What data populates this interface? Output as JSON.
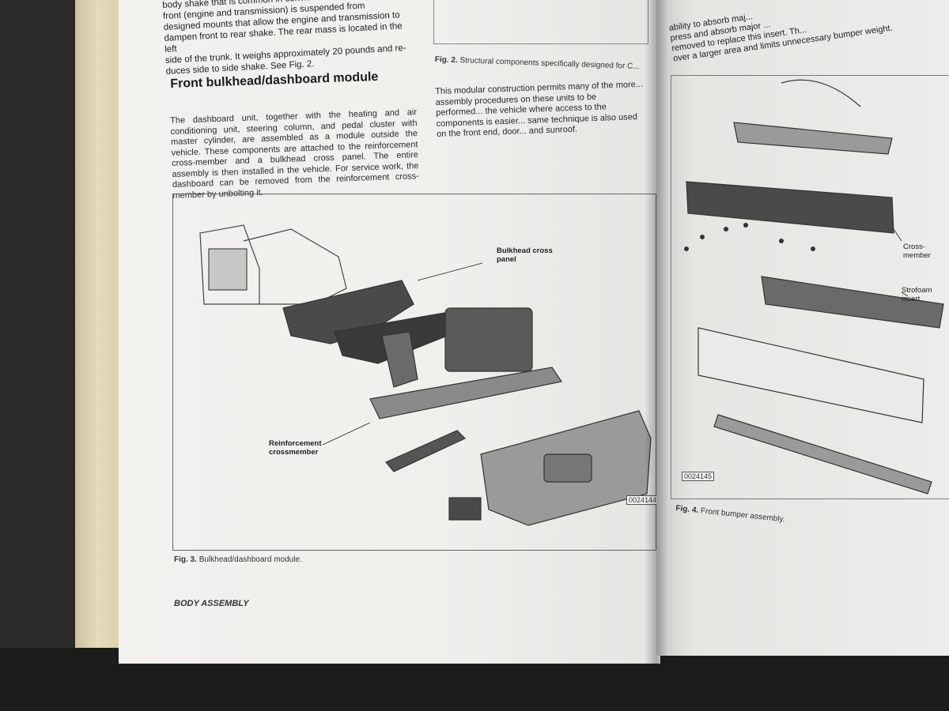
{
  "left_page": {
    "intro_lines": [
      "body shake that is common in conv...",
      "front (engine and transmission) is suspended from",
      "designed mounts that allow the engine and transmission to",
      "dampen front to rear shake. The rear mass is located in the left",
      "side of the trunk. It weighs approximately 20 pounds and re-",
      "duces side to side shake. See Fig. 2."
    ],
    "heading": "Front bulkhead/dashboard module",
    "paragraph": "The dashboard unit, together with the heating and air conditioning unit, steering column, and pedal cluster with master cylinder, are assembled as a module outside the vehicle. These components are attached to the reinforcement cross-member and a bulkhead cross panel. The entire assembly is then installed in the vehicle. For service work, the dashboard can be removed from the reinforcement cross-member by unbolting it.",
    "fig2_caption_label": "Fig. 2.",
    "fig2_caption_text": "Structural components specifically designed for C...",
    "paragraph2": "This modular construction permits many of the more... assembly procedures on these units to be performed... the vehicle where access to the components is easier... same technique is also used on the front end, door... and sunroof.",
    "fig3": {
      "label_bulkhead": "Bulkhead cross panel",
      "label_reinforcement": "Reinforcement crossmember",
      "part_number": "0024144",
      "caption_label": "Fig. 3.",
      "caption_text": "Bulkhead/dashboard module."
    },
    "footer": "BODY ASSEMBLY"
  },
  "right_page": {
    "intro_lines": [
      "ability to absorb maj...",
      "press and absorb major ...",
      "removed to replace this insert. Th...",
      "over a larger area and limits unnecessary bumper weight."
    ],
    "fig4": {
      "label_cross": "Cross-member",
      "label_strofoam": "Strofoam insert",
      "part_number": "0024145",
      "caption_label": "Fig. 4.",
      "caption_text": "Front bumper assembly."
    }
  }
}
